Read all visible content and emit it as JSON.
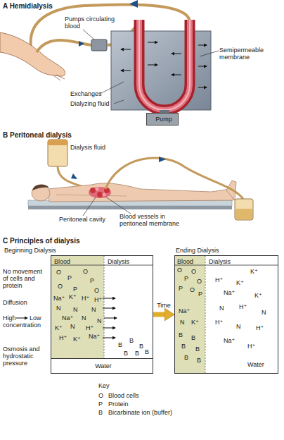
{
  "diagram": {
    "nodes": [
      {
        "text": [
          "Pump"
        ]
      },
      {
        "text": [
          "Blood",
          "Dialysis"
        ]
      },
      {
        "text": [
          "Water"
        ],
        "in": 1
      },
      {
        "text": [
          "Blood",
          "Dialysis"
        ]
      }
    ],
    "edges": [
      {
        "from": 1,
        "to": 3,
        "arrow": "to",
        "label": "Time"
      }
    ],
    "labels": [
      "A Hemidialysis",
      "Pumps circulating blood",
      "Semipermeable membrane",
      "Exchanges",
      "Dialyzing fluid",
      "B Peritoneal dialysis",
      "Dialysis fluid",
      "Peritoneal cavity",
      "Blood vessels in peritoneal membrane",
      "C Principles of dialysis",
      "Beginning Dialysis",
      "Ending Dialysis",
      "No movement of cells and protein",
      "Diffusion",
      "High",
      "Low concentration",
      "Osmosis and hydrostatic pressure",
      "Water",
      "Key",
      "O",
      "P",
      "B",
      "O",
      "O",
      "P",
      "O",
      "P",
      "P",
      "O",
      "Na⁺",
      "K⁺",
      "H⁺",
      "H⁺",
      "N",
      "N",
      "N",
      "Na⁺",
      "N",
      "K⁺",
      "N",
      "H⁺",
      "N",
      "H⁺",
      "K⁺",
      "Na⁺",
      "B",
      "B",
      "B",
      "B",
      "B",
      "B",
      "O",
      "O",
      "P",
      "O",
      "P",
      "O",
      "P",
      "Na⁺",
      "N",
      "K⁺",
      "B",
      "B",
      "B",
      "B",
      "B",
      "B",
      "K⁺",
      "H⁺",
      "K⁺",
      "Na⁺",
      "K⁺",
      "N",
      "H⁺",
      "N",
      "H⁺",
      "N",
      "H⁺",
      "Na⁺",
      "H⁺"
    ],
    "legend": [
      {
        "text": "Blood cells"
      },
      {
        "text": "Protein"
      },
      {
        "text": "Bicarbinate ion (buffer)"
      }
    ]
  }
}
